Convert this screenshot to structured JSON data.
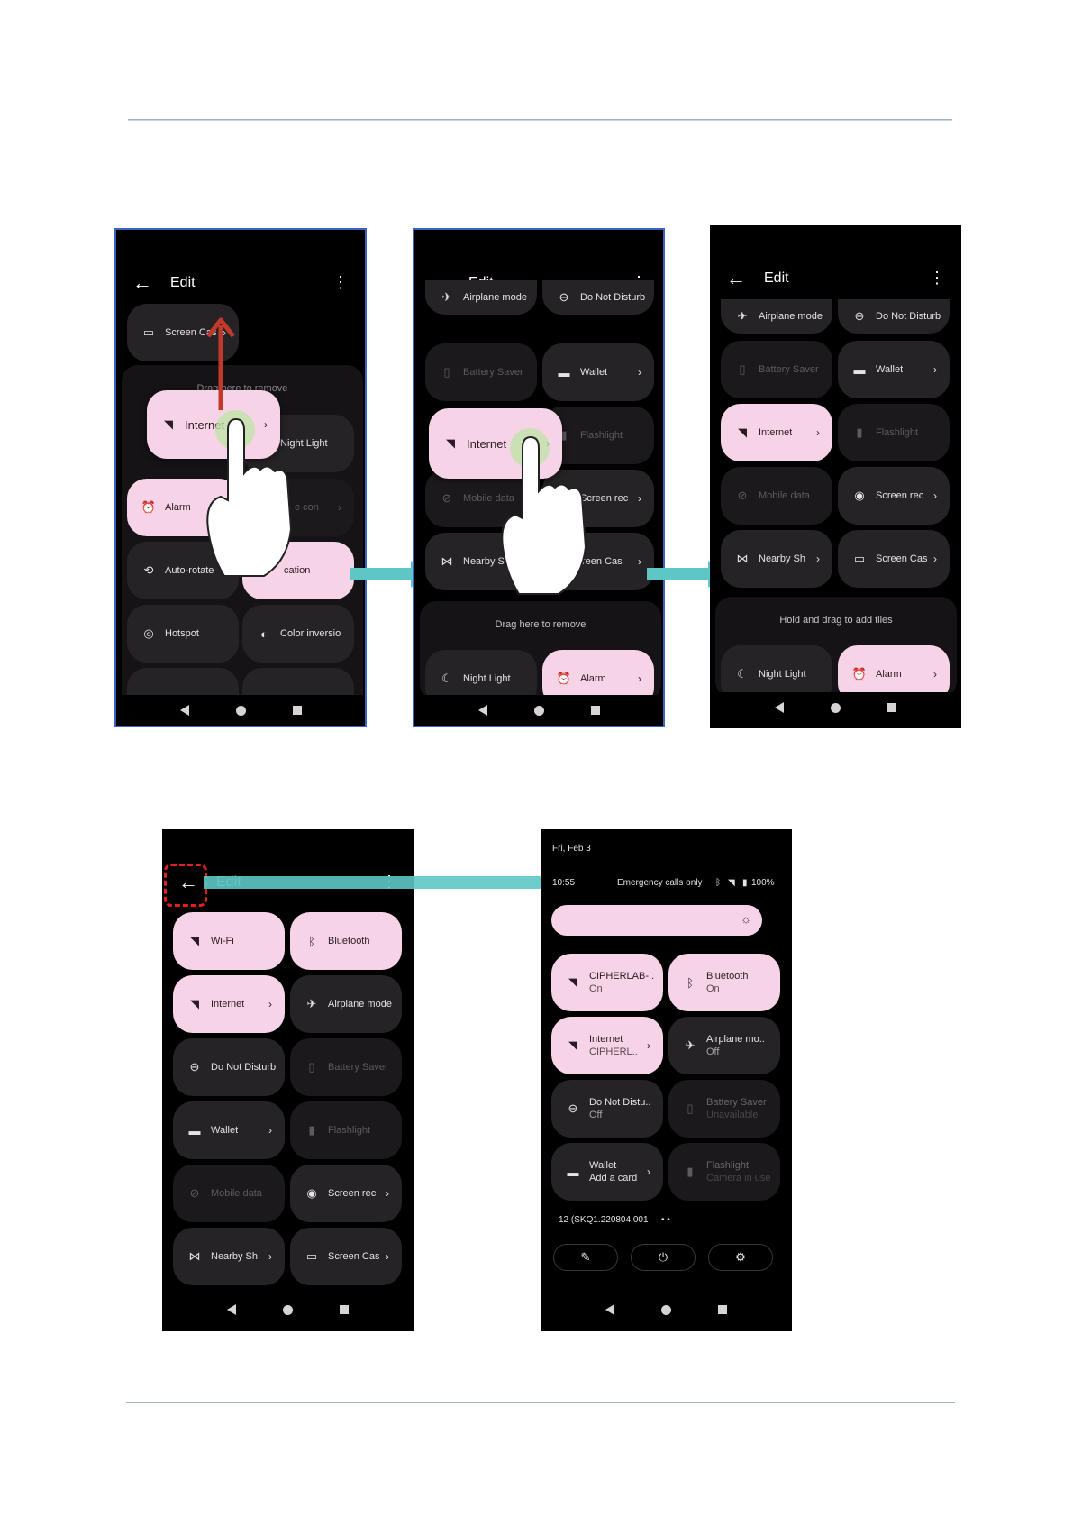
{
  "header": {
    "edit_title": "Edit"
  },
  "panel1": {
    "tiles": {
      "screen_cast": "Screen Cas",
      "drag_here": "Drag here to remove",
      "internet": "Internet",
      "night_light": "Night Light",
      "alarm": "Alarm",
      "extra_dim": "e con",
      "auto_rotate": "Auto-rotate",
      "location": "cation",
      "hotspot": "Hotspot",
      "color_inversion": "Color inversio"
    }
  },
  "panel2": {
    "tiles": {
      "airplane": "Airplane mode",
      "dnd": "Do Not Disturb",
      "battery": "Battery Saver",
      "wallet": "Wallet",
      "internet": "Internet",
      "flashlight": "Flashlight",
      "mobile": "Mobile data",
      "screen_rec": "Screen rec",
      "nearby": "Nearby Sh",
      "screen_cast": "reen Cas",
      "drag_here": "Drag here to remove",
      "night_light": "Night Light",
      "alarm": "Alarm"
    }
  },
  "panel3": {
    "tiles": {
      "airplane": "Airplane mode",
      "dnd": "Do Not Disturb",
      "battery": "Battery Saver",
      "wallet": "Wallet",
      "internet": "Internet",
      "flashlight": "Flashlight",
      "mobile": "Mobile data",
      "screen_rec": "Screen rec",
      "nearby": "Nearby Sh",
      "screen_cast": "Screen Cas",
      "hold_drag": "Hold and drag to add tiles",
      "night_light": "Night Light",
      "alarm": "Alarm"
    }
  },
  "panel4": {
    "tiles": {
      "wifi": "Wi-Fi",
      "bluetooth": "Bluetooth",
      "internet": "Internet",
      "airplane": "Airplane mode",
      "dnd": "Do Not Disturb",
      "battery": "Battery Saver",
      "wallet": "Wallet",
      "flashlight": "Flashlight",
      "mobile": "Mobile data",
      "screen_rec": "Screen rec",
      "nearby": "Nearby Sh",
      "screen_cast": "Screen Cas"
    }
  },
  "panel5": {
    "date": "Fri, Feb 3",
    "time": "10:55",
    "status": "Emergency calls only",
    "battery": "100%",
    "tiles": {
      "wifi_title": "CIPHERLAB-..",
      "wifi_sub": "On",
      "bt_title": "Bluetooth",
      "bt_sub": "On",
      "internet_title": "Internet",
      "internet_sub": "CIPHERL..",
      "airplane_title": "Airplane mo..",
      "airplane_sub": "Off",
      "dnd_title": "Do Not Distu..",
      "dnd_sub": "Off",
      "battery_title": "Battery Saver",
      "battery_sub": "Unavailable",
      "wallet_title": "Wallet",
      "wallet_sub": "Add a card",
      "flash_title": "Flashlight",
      "flash_sub": "Camera in use"
    },
    "build": "12 (SKQ1.220804.001"
  }
}
